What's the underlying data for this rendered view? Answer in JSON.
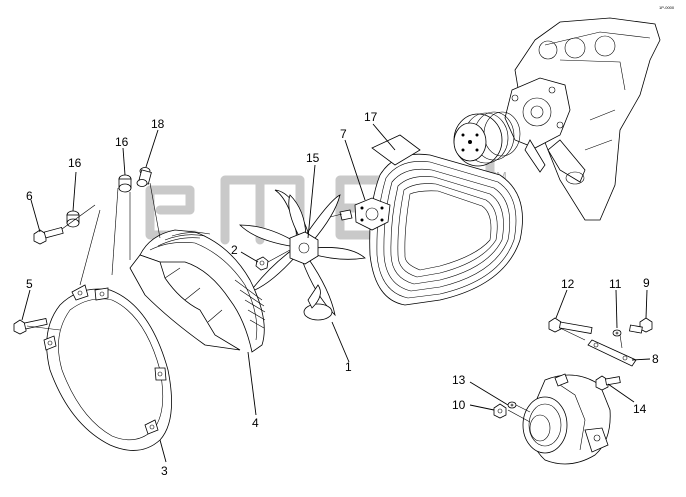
{
  "figure": {
    "drawing_code": "1P-0000",
    "watermark_mark": "TM"
  },
  "callouts": [
    {
      "id": "1",
      "label": "1"
    },
    {
      "id": "2",
      "label": "2"
    },
    {
      "id": "3",
      "label": "3"
    },
    {
      "id": "4",
      "label": "4"
    },
    {
      "id": "5",
      "label": "5"
    },
    {
      "id": "6",
      "label": "6"
    },
    {
      "id": "7",
      "label": "7"
    },
    {
      "id": "8",
      "label": "8"
    },
    {
      "id": "9",
      "label": "9"
    },
    {
      "id": "10",
      "label": "10"
    },
    {
      "id": "11",
      "label": "11"
    },
    {
      "id": "12",
      "label": "12"
    },
    {
      "id": "13",
      "label": "13"
    },
    {
      "id": "14",
      "label": "14"
    },
    {
      "id": "15",
      "label": "15"
    },
    {
      "id": "16a",
      "label": "16"
    },
    {
      "id": "16b",
      "label": "16"
    },
    {
      "id": "17",
      "label": "17"
    },
    {
      "id": "18",
      "label": "18"
    }
  ]
}
